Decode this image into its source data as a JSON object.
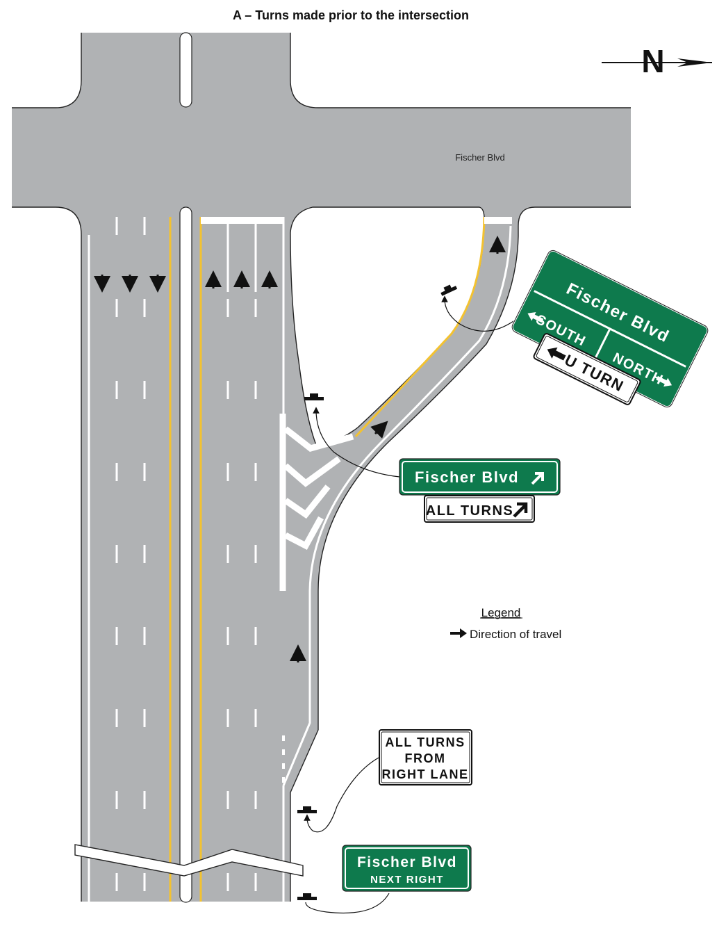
{
  "title": "A – Turns made prior to the intersection",
  "road_label": "Fischer Blvd",
  "north_arrow": {
    "letter": "N",
    "icon": "north-arrow-icon"
  },
  "legend": {
    "heading": "Legend",
    "item_label": "Direction of travel",
    "item_icon": "arrow-right-icon"
  },
  "signs": {
    "overhead": {
      "line1": "Fischer Blvd",
      "left_label": "SOUTH",
      "right_label": "NORTH"
    },
    "u_turn": {
      "label": "U TURN"
    },
    "fischer_right": {
      "label": "Fischer Blvd"
    },
    "all_turns": {
      "label": "ALL TURNS"
    },
    "all_turns_right_lane": {
      "line1": "ALL TURNS",
      "line2": "FROM",
      "line3": "RIGHT LANE"
    },
    "next_right": {
      "line1": "Fischer Blvd",
      "line2": "NEXT RIGHT"
    }
  },
  "colors": {
    "road": "#b0b2b4",
    "sign_green": "#0e7a4d",
    "yellow_line": "#f3c230",
    "white": "#ffffff",
    "black": "#111111"
  }
}
